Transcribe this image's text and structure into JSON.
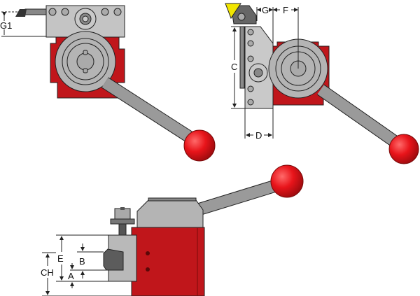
{
  "labels": {
    "g1": "G1",
    "g": "G",
    "f": "F",
    "c": "C",
    "d": "D",
    "e": "E",
    "ch": "CH",
    "b": "B",
    "a": "A"
  },
  "colors": {
    "body_red": "#c0161b",
    "steel_gray": "#b9b9b9",
    "handle_gray": "#9a9a9a",
    "ball_red": "#e8141a",
    "insert_yellow": "#f2e600"
  }
}
